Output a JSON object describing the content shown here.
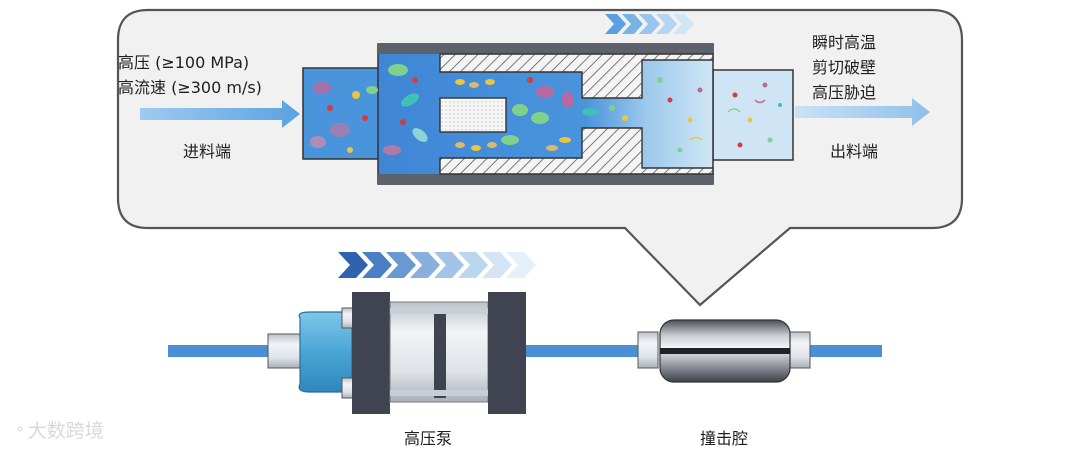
{
  "inlet": {
    "pressure": "高压 (≥100 MPa)",
    "velocity": "高流速 (≥300 m/s)",
    "label": "进料端"
  },
  "outlet": {
    "effect1": "瞬时高温",
    "effect2": "剪切破壁",
    "effect3": "高压胁迫",
    "label": "出料端"
  },
  "components": {
    "pump": "高压泵",
    "chamber": "撞击腔"
  },
  "watermark": "大数跨境",
  "colors": {
    "fluid": "#4a90d9",
    "pipe": "#4a8fd6",
    "arrow": "#7db8e8",
    "chevron_dark": "#2f63b0",
    "body_dark": "#3f4450",
    "pump_blue": "#4ea9d8"
  }
}
